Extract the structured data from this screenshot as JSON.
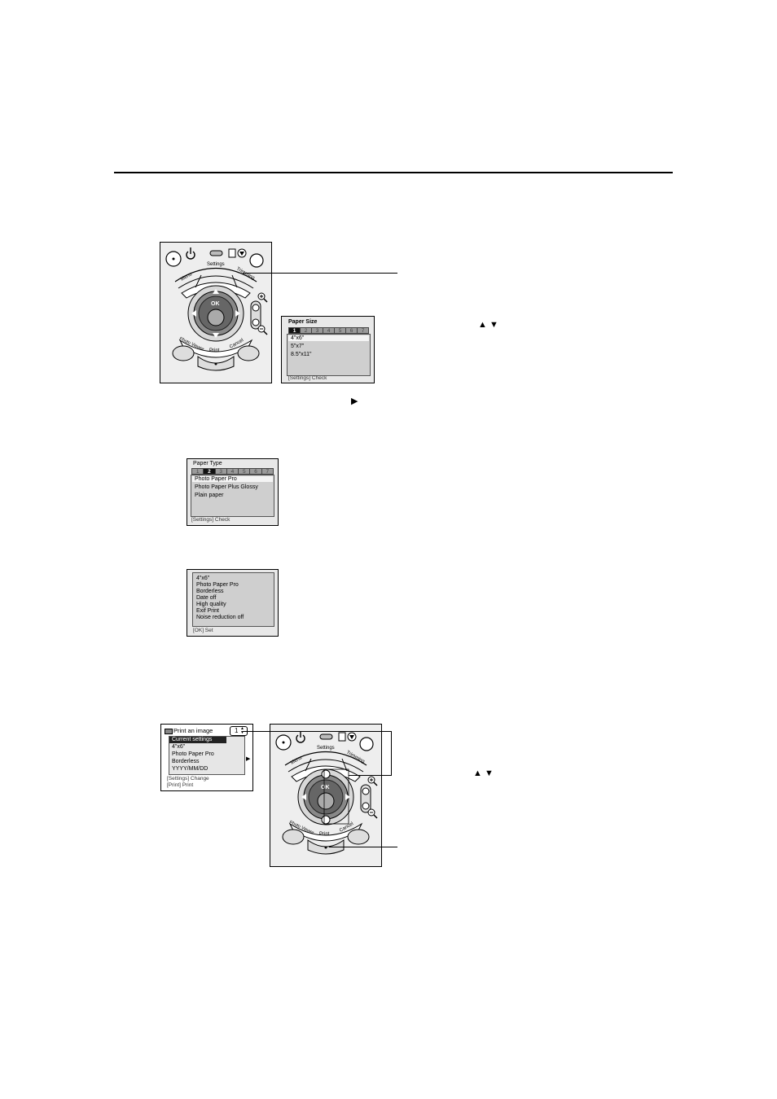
{
  "panel": {
    "menu": "Menu",
    "settings": "Settings",
    "trimming": "Trimming",
    "ok": "OK",
    "photo_viewer": "Photo Viewer",
    "print": "Print",
    "cancel": "Cancel"
  },
  "paper_size_lcd": {
    "title": "Paper Size",
    "tabs": [
      "1",
      "2",
      "3",
      "4",
      "5",
      "6",
      "7"
    ],
    "selected_tab": "1",
    "items": [
      "4\"x6\"",
      "5\"x7\"",
      "8.5\"x11\""
    ],
    "footer": "[Settings] Check"
  },
  "paper_type_lcd": {
    "title": "Paper Type",
    "tabs": [
      "1",
      "2",
      "3",
      "4",
      "5",
      "6",
      "7"
    ],
    "selected_tab": "2",
    "items": [
      "Photo Paper Pro",
      "Photo Paper Plus Glossy",
      "Plain paper"
    ],
    "footer": "[Settings] Check"
  },
  "confirm_lcd": {
    "items": [
      "4\"x6\"",
      "Photo Paper Pro",
      "Borderless",
      "Date off",
      "High quality",
      "Exif Print",
      "Noise reduction off"
    ],
    "footer": "[OK] Set"
  },
  "print_lcd": {
    "title": "Print an image",
    "copies": "1",
    "header": "Current settings",
    "items": [
      "4\"x6\"",
      "Photo Paper Pro",
      "Borderless",
      "YYYY/MM/DD"
    ],
    "footer1": "[Settings] Change",
    "footer2": "[Print] Print"
  },
  "arrows": {
    "up_down_1": "▲ ▼",
    "right": "▶",
    "up_down_2": "▲ ▼"
  }
}
